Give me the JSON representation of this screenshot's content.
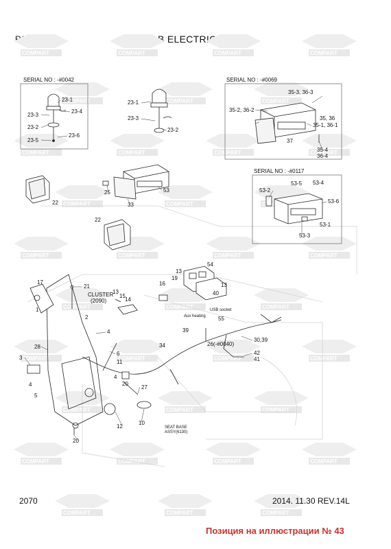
{
  "header": {
    "model": "R110-7A",
    "title": "CAB ELECTRIC 2"
  },
  "footer": {
    "page_number": "2070",
    "revision": "2014. 11.30   REV.14L",
    "position_note": "Позиция на иллюстрации № 43"
  },
  "watermark": {
    "text": "COMPART"
  },
  "boxes": {
    "serial_top_left": "SERIAL NO : -#0042",
    "serial_top_right": "SERIAL NO : -#0069",
    "serial_mid_right": "SERIAL NO : -#0117"
  },
  "part_labels": {
    "p23_1a": "23-1",
    "p23_3a": "23-3",
    "p23_4a": "23-4",
    "p23_2a": "23-2",
    "p23_5a": "23-5",
    "p23_6a": "23-6",
    "p23_1b": "23-1",
    "p23_3b": "23-3",
    "p23_2b": "23-2",
    "p35_3": "35-3, 36-3",
    "p35_2": "35-2, 36-2",
    "p35": "35, 36",
    "p35_1": "35-1, 36-1",
    "p37": "37",
    "p35_4": "35-4",
    "p36_4": "36-4",
    "p53_5": "53-5",
    "p53_4": "53-4",
    "p53_2": "53-2",
    "p53_6": "53-6",
    "p53_1": "53-1",
    "p53_3": "53-3",
    "p22a": "22",
    "p25": "25",
    "p53": "53",
    "p33": "33",
    "p22b": "22",
    "p54": "54",
    "p13a": "13",
    "p19": "19",
    "p13b": "13",
    "p40": "40",
    "p16": "16",
    "p17": "17",
    "p21": "21",
    "p13c": "13",
    "p15": "15",
    "p14": "14",
    "cluster": "CLUSTER",
    "cluster_code": "(2090)",
    "p1": "1",
    "p2": "2",
    "p4a": "4",
    "p28": "28",
    "p3": "3",
    "p4b": "4",
    "p5": "5",
    "p6": "6",
    "p11": "11",
    "p20a": "20",
    "p4c": "4",
    "p39a": "39",
    "p55": "55",
    "p34": "34",
    "p26": "26(-#0040)",
    "p30": "30,39",
    "p42": "42",
    "p41": "41",
    "p27": "27",
    "p12": "12",
    "p10": "10",
    "p20b": "20",
    "seat_base": "SEAT BASE",
    "seat_base_code": "ASSY(6130)",
    "usb_socket": "USB socket",
    "aux_heating": "Aux heating"
  }
}
